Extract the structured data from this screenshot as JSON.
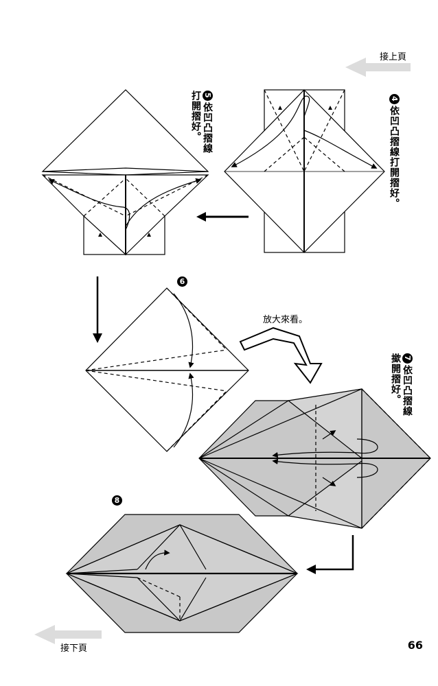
{
  "page": {
    "continue_from": "接上頁",
    "continue_to": "接下頁",
    "page_number": "66",
    "zoom_note": "放大來看。"
  },
  "steps": [
    {
      "num": "4",
      "text": "依凹凸摺線打開摺好。"
    },
    {
      "num": "5",
      "text": "依凹凸摺線打開摺好。"
    },
    {
      "num": "6",
      "text": ""
    },
    {
      "num": "7",
      "text": "依凹凸摺線撳開摺好。"
    },
    {
      "num": "8",
      "text": ""
    }
  ],
  "colors": {
    "line": "#000000",
    "shade": "#c8c8c8",
    "arrow_gray": "#d8d8d8"
  }
}
